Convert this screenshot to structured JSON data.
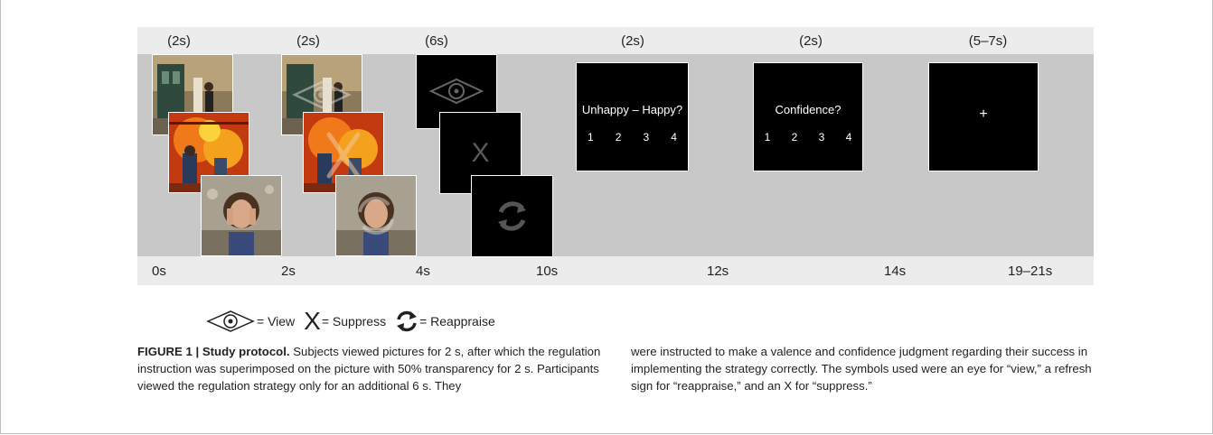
{
  "durations": [
    "(2s)",
    "(2s)",
    "(6s)",
    "(2s)",
    "(2s)",
    "(5–7s)"
  ],
  "time_ticks": [
    "0s",
    "2s",
    "4s",
    "10s",
    "12s",
    "14s",
    "19–21s"
  ],
  "rating_screen": {
    "question": "Unhappy – Happy?",
    "scale": [
      "1",
      "2",
      "3",
      "4"
    ]
  },
  "confidence_screen": {
    "question": "Confidence?",
    "scale": [
      "1",
      "2",
      "3",
      "4"
    ]
  },
  "fixation_screen": {
    "symbol": "+"
  },
  "instruction_symbols": {
    "suppress_symbol": "X"
  },
  "legend": {
    "view": "= View",
    "suppress_symbol": "X",
    "suppress": "= Suppress",
    "reappraise": "= Reappraise"
  },
  "caption": {
    "label": "FIGURE 1 | Study protocol.",
    "text_left": " Subjects viewed pictures for 2 s, after which the regulation instruction was superimposed on the picture with 50% transparency for 2 s. Participants viewed the regulation strategy only for an additional 6 s. They",
    "text_right": "were instructed to make a valence and confidence judgment regarding their success in implementing the strategy correctly. The symbols used were an eye for “view,” a refresh sign for “reappraise,” and an X for “suppress.”"
  },
  "icons": [
    "eye-icon",
    "x-icon",
    "refresh-icon"
  ]
}
